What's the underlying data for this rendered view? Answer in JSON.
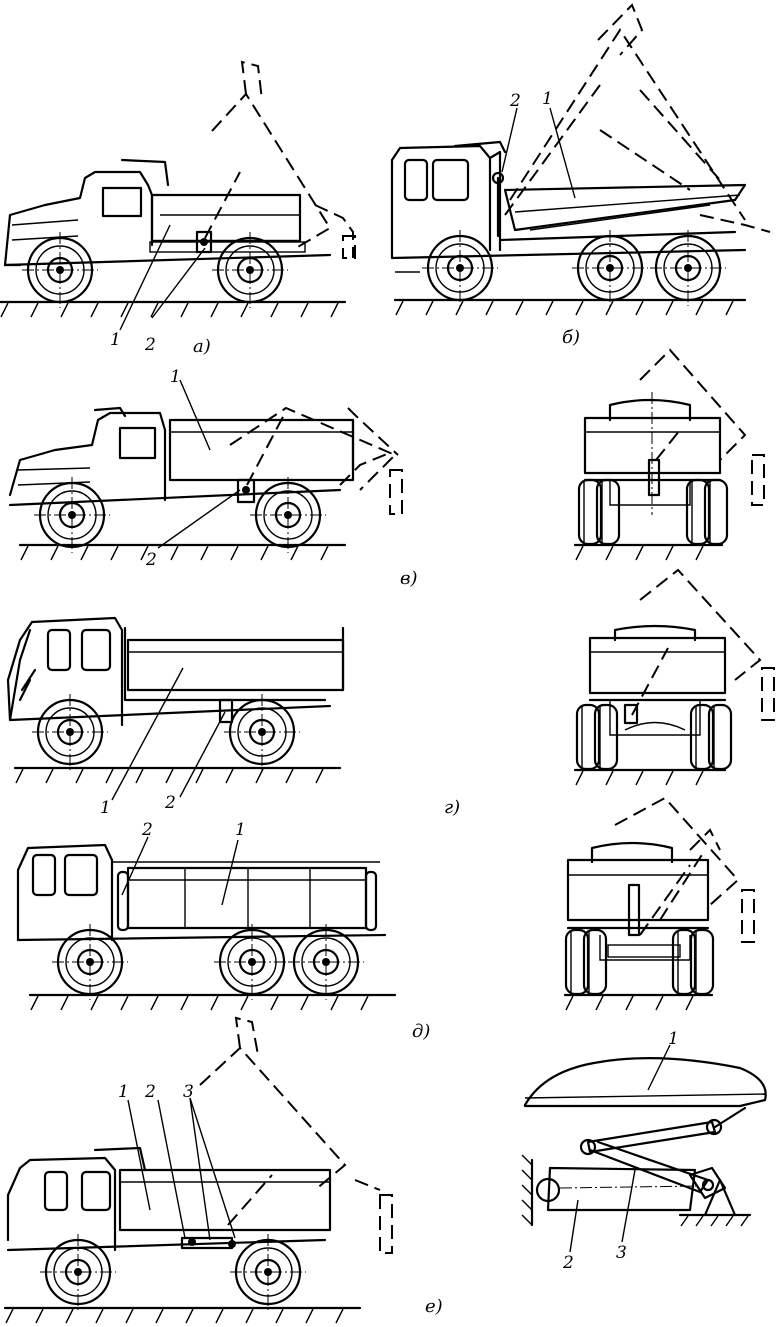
{
  "panels": {
    "a": {
      "caption": "а)",
      "labels": [
        "1",
        "2"
      ]
    },
    "b": {
      "caption": "б)",
      "labels": [
        "2",
        "1"
      ]
    },
    "v": {
      "caption": "в)",
      "labels": [
        "1",
        "2"
      ]
    },
    "g": {
      "caption": "г)",
      "labels": [
        "1",
        "2"
      ]
    },
    "d": {
      "caption": "д)",
      "labels": [
        "2",
        "1"
      ]
    },
    "e": {
      "caption": "е)",
      "labels": [
        "1",
        "2",
        "3"
      ],
      "detail_labels": [
        "1",
        "2",
        "3"
      ]
    }
  }
}
